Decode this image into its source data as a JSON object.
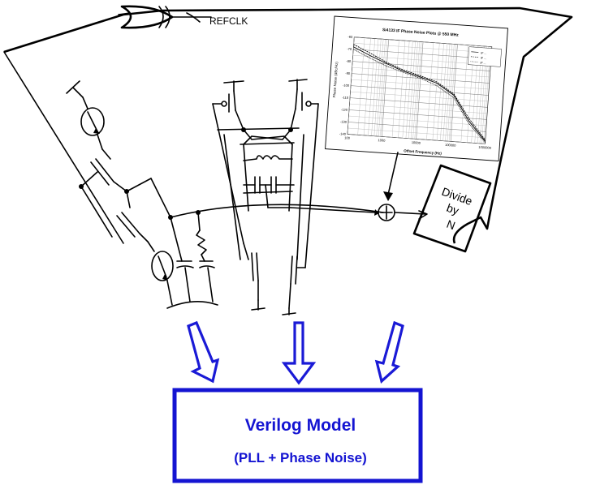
{
  "colors": {
    "accent": "#1414d2",
    "line": "#000000"
  },
  "labels": {
    "refclk": "REFCLK",
    "divider_line1": "Divide",
    "divider_line2": "by",
    "divider_line3": "N"
  },
  "verilog_box": {
    "title": "Verilog Model",
    "subtitle": "(PLL + Phase Noise)"
  },
  "inset_plot": {
    "title": "Si4133 IF Phase Noise Plots @ 550 MHz",
    "ylabel": "Phase Noise (dBc/Hz)",
    "xlabel": "Offset Frequency (Hz)",
    "y_ticks": [
      "-60",
      "-70",
      "-80",
      "-90",
      "-100",
      "-110",
      "-120",
      "-130",
      "-140"
    ],
    "x_ticks": [
      "100",
      "1000",
      "10000",
      "100000",
      "1000000"
    ],
    "legend": [
      "IF ...",
      "IF ...",
      "IF ..."
    ]
  },
  "chart_data": {
    "type": "line",
    "title": "Si4133 IF Phase Noise Plots @ 550 MHz",
    "xlabel": "Offset Frequency (Hz)",
    "ylabel": "Phase Noise (dBc/Hz)",
    "x_scale": "log",
    "xlim": [
      100,
      1000000
    ],
    "ylim": [
      -140,
      -60
    ],
    "grid": true,
    "legend_position": "top-right",
    "series": [
      {
        "x": [
          100,
          300,
          1000,
          3000,
          10000,
          30000,
          100000,
          300000,
          1000000
        ],
        "y": [
          -68,
          -74,
          -80,
          -85,
          -89,
          -93,
          -102,
          -122,
          -138
        ]
      },
      {
        "x": [
          100,
          300,
          1000,
          3000,
          10000,
          30000,
          100000,
          300000,
          1000000
        ],
        "y": [
          -66,
          -72,
          -79,
          -84,
          -88,
          -92,
          -101,
          -120,
          -137
        ]
      },
      {
        "x": [
          100,
          300,
          1000,
          3000,
          10000,
          30000,
          100000,
          300000,
          1000000
        ],
        "y": [
          -70,
          -76,
          -82,
          -86,
          -90,
          -95,
          -104,
          -124,
          -139
        ]
      }
    ]
  }
}
